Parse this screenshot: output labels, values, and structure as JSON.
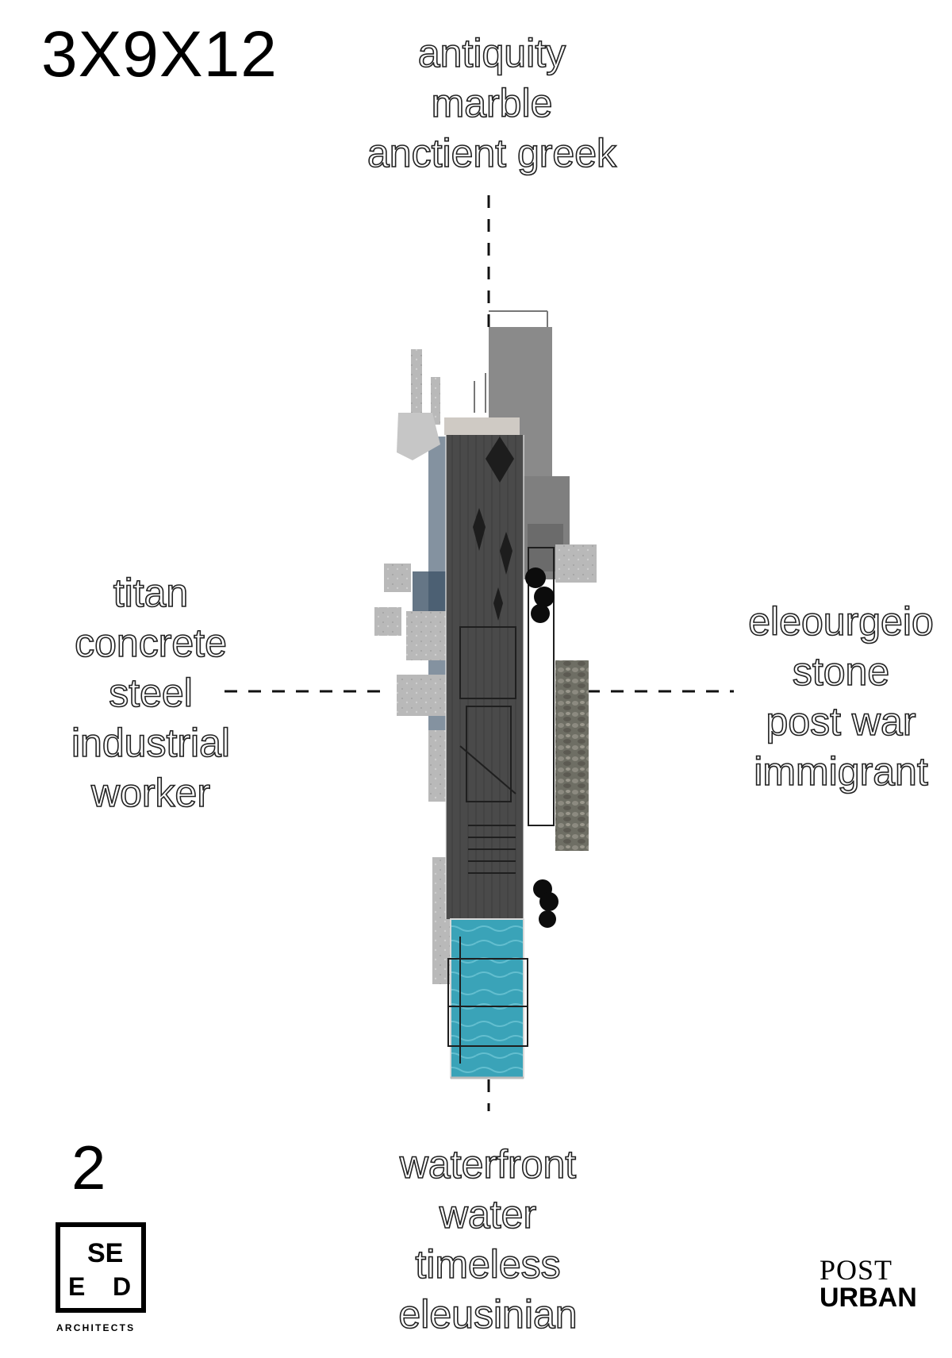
{
  "title": "3X9X12",
  "page_number": "2",
  "axes": {
    "top": [
      "antiquity",
      "marble",
      "anctient greek"
    ],
    "left": [
      "titan",
      "concrete",
      "steel",
      "industrial",
      "worker"
    ],
    "right": [
      "eleourgeio",
      "stone",
      "post war",
      "immigrant"
    ],
    "bottom": [
      "waterfront",
      "water",
      "timeless",
      "eleusinian"
    ]
  },
  "logos": {
    "seed": {
      "row1": "SE",
      "row2_left": "E",
      "row2_right": "D",
      "caption": "ARCHITECTS"
    },
    "post_urban": {
      "line1": "POST",
      "line2": "URBAN"
    }
  },
  "colors": {
    "water": "#3aa3b8",
    "steel": "#4a4a4a",
    "concrete": "#bdbdbd",
    "dashed_axis": "#111111"
  }
}
